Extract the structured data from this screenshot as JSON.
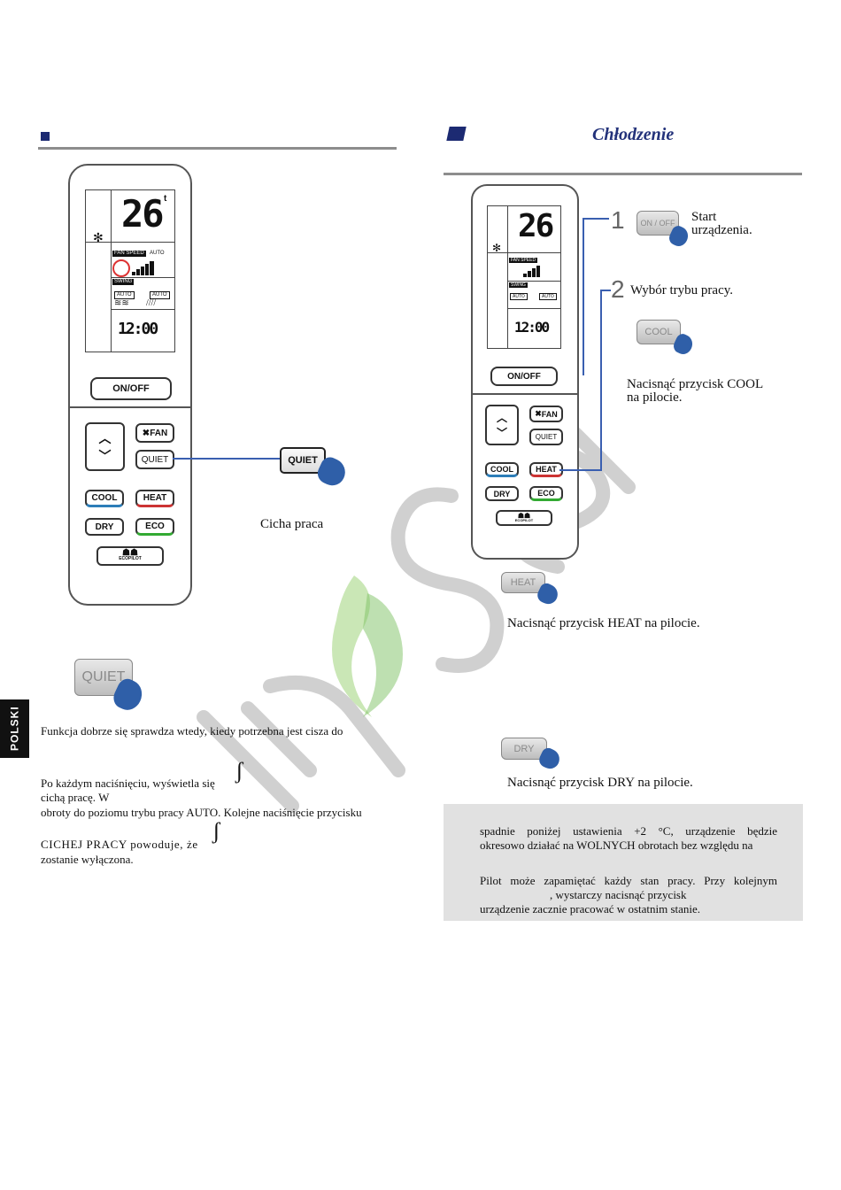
{
  "side_tab": "POLSKI",
  "left": {
    "remote": {
      "temp": "26",
      "temp_unit": "t",
      "fan_speed": "FAN SPEED",
      "fan_auto": "AUTO",
      "swing": "SWING",
      "swing_auto_a": "AUTO",
      "swing_auto_b": "AUTO",
      "clock": "12:00",
      "onoff": "ON/OFF",
      "fan": "FAN",
      "quiet": "QUIET",
      "cool": "COOL",
      "heat": "HEAT",
      "dry": "DRY",
      "eco": "ECO",
      "ecopilot": "ECOPILOT"
    },
    "callout_button": "QUIET",
    "callout_label": "Cicha praca",
    "big_button": "QUIET",
    "paragraph1": "Funkcja dobrze się sprawdza wtedy, kiedy potrzebna jest cisza do",
    "paragraph2_line1": "Po każdym naciśnięciu, wyświetla się",
    "paragraph2_line2": "cichą pracę. W",
    "paragraph2_line3": "obroty do poziomu trybu pracy AUTO. Kolejne naciśnięcie przycisku",
    "paragraph3_line1": "CICHEJ PRACY powoduje, że",
    "paragraph3_line2": "zostanie wyłączona."
  },
  "right": {
    "heading": "Chłodzenie",
    "remote": {
      "temp": "26",
      "fan_speed": "FAN SPEED",
      "swing": "SWING",
      "swing_auto_a": "AUTO",
      "swing_auto_b": "AUTO",
      "clock": "12:00",
      "onoff": "ON/OFF",
      "fan": "FAN",
      "quiet": "QUIET",
      "cool": "COOL",
      "heat": "HEAT",
      "dry": "DRY",
      "eco": "ECO",
      "ecopilot": "ECOPILOT"
    },
    "step1_num": "1",
    "step1_button": "ON / OFF",
    "step1_text_a": "Start",
    "step1_text_b": "urządzenia.",
    "step2_num": "2",
    "step2_text": "Wybór trybu pracy.",
    "cool_button": "COOL",
    "cool_text_a": "Nacisnąć przycisk COOL",
    "cool_text_b": "na pilocie.",
    "heat_button": "HEAT",
    "heat_text": "Nacisnąć przycisk HEAT na pilocie.",
    "dry_button": "DRY",
    "dry_text": "Nacisnąć przycisk DRY na pilocie.",
    "note1_line1": "spadnie poniżej ustawienia +2 °C, urządzenie będzie",
    "note1_line2": "okresowo działać na WOLNYCH obrotach bez względu na",
    "note2_line1": "Pilot może zapamiętać każdy stan pracy. Przy kolejnym",
    "note2_line2": ", wystarczy nacisnąć przycisk",
    "note2_line3": "urządzenie zacznie pracować w ostatnim stanie."
  }
}
